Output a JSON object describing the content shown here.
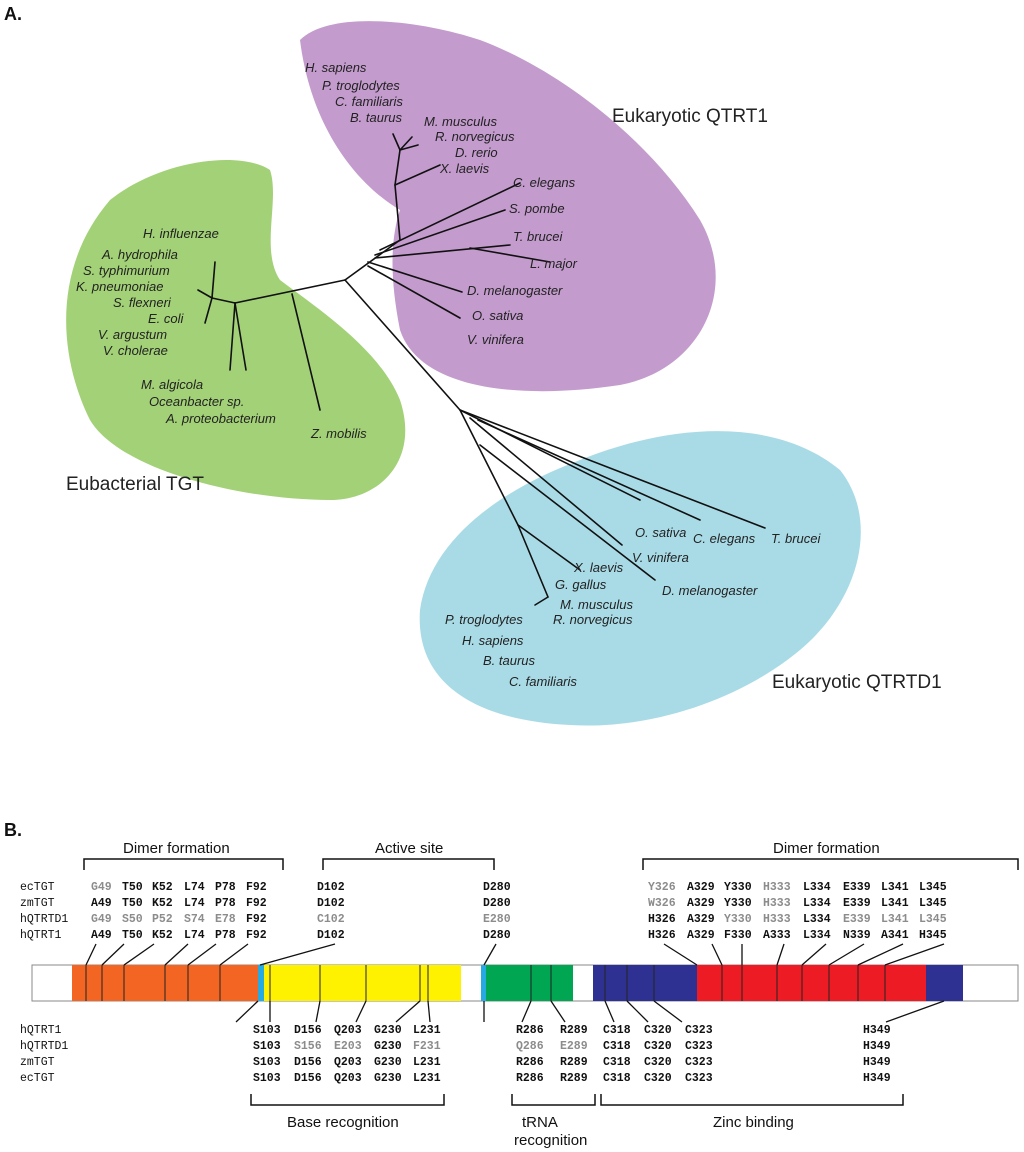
{
  "panels": {
    "a_label": "A.",
    "b_label": "B."
  },
  "clades": {
    "qtrt1": {
      "label": "Eukaryotic QTRT1",
      "color": "#c39bcd"
    },
    "tgt": {
      "label": "Eubacterial TGT",
      "color": "#a3d177"
    },
    "qtrtd1": {
      "label": "Eukaryotic QTRTD1",
      "color": "#a9dbe7"
    }
  },
  "species": {
    "qtrt1": [
      "H. sapiens",
      "P. troglodytes",
      "C. familiaris",
      "B. taurus",
      "M. musculus",
      "R. norvegicus",
      "D. rerio",
      "X. laevis",
      "C. elegans",
      "S. pombe",
      "T. brucei",
      "L. major",
      "D. melanogaster",
      "O. sativa",
      "V. vinifera"
    ],
    "tgt": [
      "H. influenzae",
      "A. hydrophila",
      "S. typhimurium",
      "K. pneumoniae",
      "S. flexneri",
      "E. coli",
      "V. argustum",
      "V. cholerae",
      "M. algicola",
      "Oceanbacter sp.",
      "A. proteobacterium",
      "Z. mobilis"
    ],
    "qtrtd1": [
      "O. sativa",
      "C. elegans",
      "T. brucei",
      "V. vinifera",
      "X. laevis",
      "G. gallus",
      "D. melanogaster",
      "M. musculus",
      "R. norvegicus",
      "P. troglodytes",
      "H. sapiens",
      "B. taurus",
      "C. familiaris"
    ]
  },
  "domain_map": {
    "brackets_top": [
      "Dimer formation",
      "Active site",
      "Dimer formation"
    ],
    "brackets_bottom": [
      "Base recognition",
      "tRNA recognition",
      "Zinc binding"
    ],
    "top_sequences": [
      "ecTGT",
      "zmTGT",
      "hQTRTD1",
      "hQTRT1"
    ],
    "bottom_sequences": [
      "hQTRT1",
      "hQTRTD1",
      "zmTGT",
      "ecTGT"
    ],
    "top_rows": [
      [
        {
          "t": "G49",
          "g": 1
        },
        {
          "t": "T50",
          "g": 0
        },
        {
          "t": "K52",
          "g": 0
        },
        {
          "t": "L74",
          "g": 0
        },
        {
          "t": "P78",
          "g": 0
        },
        {
          "t": "F92",
          "g": 0
        },
        {
          "t": "D102",
          "g": 0
        },
        {
          "t": "D280",
          "g": 0
        },
        {
          "t": "Y326",
          "g": 1
        },
        {
          "t": "A329",
          "g": 0
        },
        {
          "t": "Y330",
          "g": 0
        },
        {
          "t": "H333",
          "g": 1
        },
        {
          "t": "L334",
          "g": 0
        },
        {
          "t": "E339",
          "g": 0
        },
        {
          "t": "L341",
          "g": 0
        },
        {
          "t": "L345",
          "g": 0
        }
      ],
      [
        {
          "t": "A49",
          "g": 0
        },
        {
          "t": "T50",
          "g": 0
        },
        {
          "t": "K52",
          "g": 0
        },
        {
          "t": "L74",
          "g": 0
        },
        {
          "t": "P78",
          "g": 0
        },
        {
          "t": "F92",
          "g": 0
        },
        {
          "t": "D102",
          "g": 0
        },
        {
          "t": "D280",
          "g": 0
        },
        {
          "t": "W326",
          "g": 1
        },
        {
          "t": "A329",
          "g": 0
        },
        {
          "t": "Y330",
          "g": 0
        },
        {
          "t": "H333",
          "g": 1
        },
        {
          "t": "L334",
          "g": 0
        },
        {
          "t": "E339",
          "g": 0
        },
        {
          "t": "L341",
          "g": 0
        },
        {
          "t": "L345",
          "g": 0
        }
      ],
      [
        {
          "t": "G49",
          "g": 1
        },
        {
          "t": "S50",
          "g": 1
        },
        {
          "t": "P52",
          "g": 1
        },
        {
          "t": "S74",
          "g": 1
        },
        {
          "t": "E78",
          "g": 1
        },
        {
          "t": "F92",
          "g": 0
        },
        {
          "t": "C102",
          "g": 1
        },
        {
          "t": "E280",
          "g": 1
        },
        {
          "t": "H326",
          "g": 0
        },
        {
          "t": "A329",
          "g": 0
        },
        {
          "t": "Y330",
          "g": 1
        },
        {
          "t": "H333",
          "g": 1
        },
        {
          "t": "L334",
          "g": 0
        },
        {
          "t": "E339",
          "g": 1
        },
        {
          "t": "L341",
          "g": 1
        },
        {
          "t": "L345",
          "g": 1
        }
      ],
      [
        {
          "t": "A49",
          "g": 0
        },
        {
          "t": "T50",
          "g": 0
        },
        {
          "t": "K52",
          "g": 0
        },
        {
          "t": "L74",
          "g": 0
        },
        {
          "t": "P78",
          "g": 0
        },
        {
          "t": "F92",
          "g": 0
        },
        {
          "t": "D102",
          "g": 0
        },
        {
          "t": "D280",
          "g": 0
        },
        {
          "t": "H326",
          "g": 0
        },
        {
          "t": "A329",
          "g": 0
        },
        {
          "t": "F330",
          "g": 0
        },
        {
          "t": "A333",
          "g": 0
        },
        {
          "t": "L334",
          "g": 0
        },
        {
          "t": "N339",
          "g": 0
        },
        {
          "t": "A341",
          "g": 0
        },
        {
          "t": "H345",
          "g": 0
        }
      ]
    ],
    "bottom_rows": [
      [
        {
          "t": "S103",
          "g": 0
        },
        {
          "t": "D156",
          "g": 0
        },
        {
          "t": "Q203",
          "g": 0
        },
        {
          "t": "G230",
          "g": 0
        },
        {
          "t": "L231",
          "g": 0
        },
        {
          "t": "R286",
          "g": 0
        },
        {
          "t": "R289",
          "g": 0
        },
        {
          "t": "C318",
          "g": 0
        },
        {
          "t": "C320",
          "g": 0
        },
        {
          "t": "C323",
          "g": 0
        },
        {
          "t": "H349",
          "g": 0
        }
      ],
      [
        {
          "t": "S103",
          "g": 0
        },
        {
          "t": "S156",
          "g": 1
        },
        {
          "t": "E203",
          "g": 1
        },
        {
          "t": "G230",
          "g": 0
        },
        {
          "t": "F231",
          "g": 1
        },
        {
          "t": "Q286",
          "g": 1
        },
        {
          "t": "E289",
          "g": 1
        },
        {
          "t": "C318",
          "g": 0
        },
        {
          "t": "C320",
          "g": 0
        },
        {
          "t": "C323",
          "g": 0
        },
        {
          "t": "H349",
          "g": 0
        }
      ],
      [
        {
          "t": "S103",
          "g": 0
        },
        {
          "t": "D156",
          "g": 0
        },
        {
          "t": "Q203",
          "g": 0
        },
        {
          "t": "G230",
          "g": 0
        },
        {
          "t": "L231",
          "g": 0
        },
        {
          "t": "R286",
          "g": 0
        },
        {
          "t": "R289",
          "g": 0
        },
        {
          "t": "C318",
          "g": 0
        },
        {
          "t": "C320",
          "g": 0
        },
        {
          "t": "C323",
          "g": 0
        },
        {
          "t": "H349",
          "g": 0
        }
      ],
      [
        {
          "t": "S103",
          "g": 0
        },
        {
          "t": "D156",
          "g": 0
        },
        {
          "t": "Q203",
          "g": 0
        },
        {
          "t": "G230",
          "g": 0
        },
        {
          "t": "L231",
          "g": 0
        },
        {
          "t": "R286",
          "g": 0
        },
        {
          "t": "R289",
          "g": 0
        },
        {
          "t": "C318",
          "g": 0
        },
        {
          "t": "C320",
          "g": 0
        },
        {
          "t": "C323",
          "g": 0
        },
        {
          "t": "H349",
          "g": 0
        }
      ]
    ],
    "colors": {
      "orange": "#f26522",
      "cyan": "#27aae1",
      "yellow": "#fff200",
      "green": "#00a651",
      "navy": "#2e3192",
      "red": "#ed1c24",
      "gray_text": "#8c8c8c"
    }
  }
}
